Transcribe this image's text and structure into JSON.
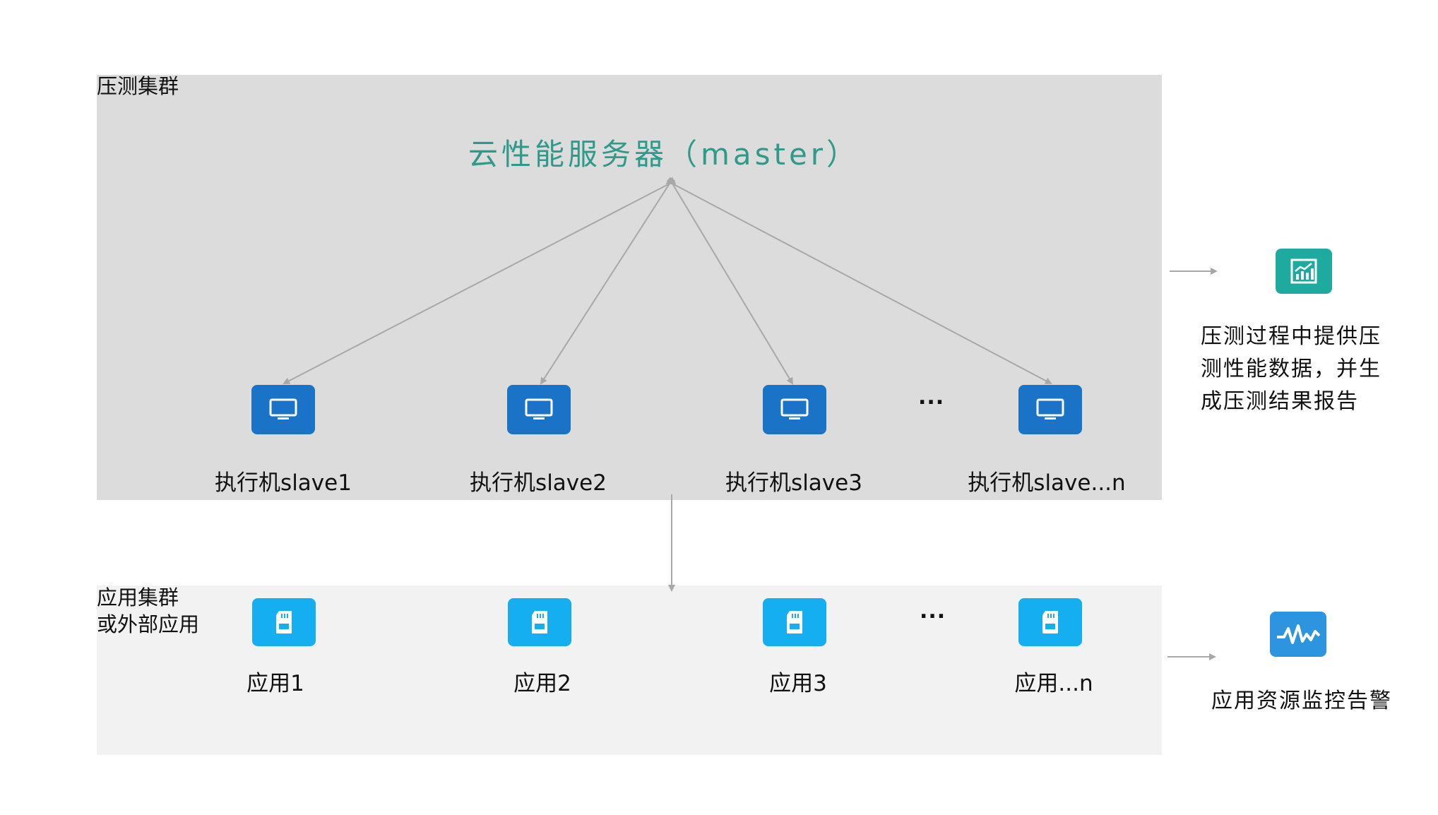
{
  "clusters": {
    "top_label": "压测集群",
    "bottom_label": "应用集群\n或外部应用"
  },
  "master": {
    "title": "云性能服务器（master）"
  },
  "slaves": [
    {
      "label": "执行机slave1",
      "icon": "monitor-icon"
    },
    {
      "label": "执行机slave2",
      "icon": "monitor-icon"
    },
    {
      "label": "执行机slave3",
      "icon": "monitor-icon"
    },
    {
      "label": "执行机slave...n",
      "icon": "monitor-icon"
    }
  ],
  "apps": [
    {
      "label": "应用1",
      "icon": "memory-card-icon"
    },
    {
      "label": "应用2",
      "icon": "memory-card-icon"
    },
    {
      "label": "应用3",
      "icon": "memory-card-icon"
    },
    {
      "label": "应用...n",
      "icon": "memory-card-icon"
    }
  ],
  "ellipsis": "...",
  "outputs": {
    "perf": {
      "icon": "chart-report-icon",
      "text": "压测过程中提供压\n测性能数据，并生\n成压测结果报告",
      "color": "#1faaa0"
    },
    "monitor": {
      "icon": "pulse-monitor-icon",
      "text": "应用资源监控告警",
      "color": "#2d95e0"
    }
  },
  "colors": {
    "slave": "#1a73c6",
    "app": "#15aef0",
    "master_text": "#2f9a8a",
    "arrow": "#a8a8a8"
  }
}
